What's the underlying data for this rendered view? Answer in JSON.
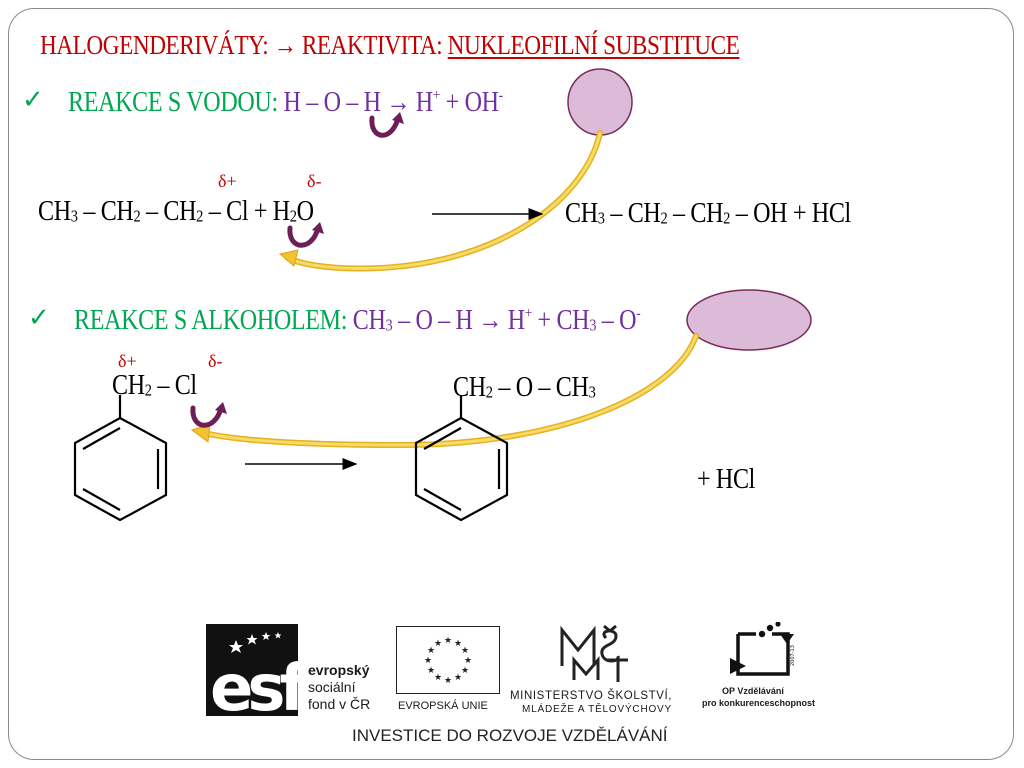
{
  "title": {
    "part1": "HALOGENDERIVÁTY: → REAKTIVITA: ",
    "part2": "NUKLEOFILNÍ SUBSTITUCE"
  },
  "section1": {
    "check": "✓",
    "label": "REAKCE S VODOU:",
    "equation": "H – O – H → H",
    "plus_sup": "+",
    "oh": " + OH",
    "minus_sup": "-"
  },
  "reaction1": {
    "delta_plus": "δ+",
    "delta_minus": "δ-",
    "left_a": "CH",
    "left_a_sub": "3",
    "left_b": " – CH",
    "left_b_sub": "2",
    "left_c": " – CH",
    "left_c_sub": "2",
    "left_d": " – Cl + H",
    "left_d_sub": "2",
    "left_e": "O",
    "right_a": "CH",
    "right_a_sub": "3",
    "right_b": " – CH",
    "right_b_sub": "2",
    "right_c": " – CH",
    "right_c_sub": "2",
    "right_d": " – OH + HCl"
  },
  "section2": {
    "check": "✓",
    "label": "REAKCE S ALKOHOLEM:",
    "eq_a": "CH",
    "eq_a_sub": "3",
    "eq_b": " – O – H → H",
    "plus_sup": "+",
    "eq_c": " + CH",
    "eq_c_sub": "3",
    "eq_d": " – O",
    "minus_sup": "-"
  },
  "reaction2": {
    "delta_plus": "δ+",
    "delta_minus": "δ-",
    "left_a": "CH",
    "left_a_sub": "2",
    "left_b": " – Cl",
    "right_a": "CH",
    "right_a_sub": "2",
    "right_b": " – O – CH",
    "right_b_sub": "3",
    "plus_hcl": "+  HCl"
  },
  "logos": {
    "esf_line1": "evropský",
    "esf_line2": "sociální",
    "esf_line3": "fond v ČR",
    "eu_label": "EVROPSKÁ UNIE",
    "msmt_line1": "MINISTERSTVO ŠKOLSTVÍ,",
    "msmt_line2": "MLÁDEŽE A TĚLOVÝCHOVY",
    "op_line1": "OP Vzdělávání",
    "op_line2": "pro konkurenceschopnost",
    "op_small": "2007-13",
    "bottom": "INVESTICE DO ROZVOJE VZDĚLÁVÁNÍ"
  },
  "colors": {
    "title": "#c00000",
    "green": "#00a651",
    "purple": "#7030a0",
    "ellipse_fill": "#dcbbd9",
    "ellipse_stroke": "#7b2a5a",
    "arrow_yellow": "#f2c230"
  }
}
